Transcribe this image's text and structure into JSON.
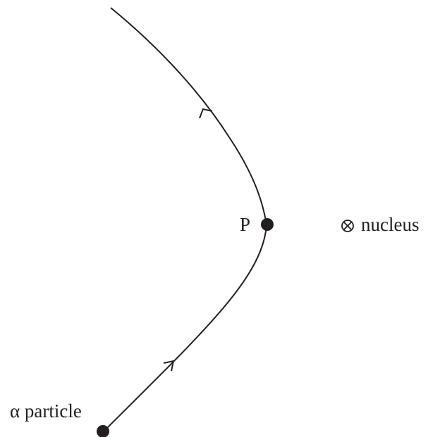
{
  "labels": {
    "point_p": "P",
    "nucleus": "nucleus",
    "particle": "α particle"
  },
  "symbols": {
    "nucleus_marker": "circled-times-icon",
    "trajectory_arrows": [
      "arrowhead-icon",
      "arrowhead-icon"
    ]
  },
  "colors": {
    "ink": "#231f20",
    "background": "#ffffff"
  }
}
